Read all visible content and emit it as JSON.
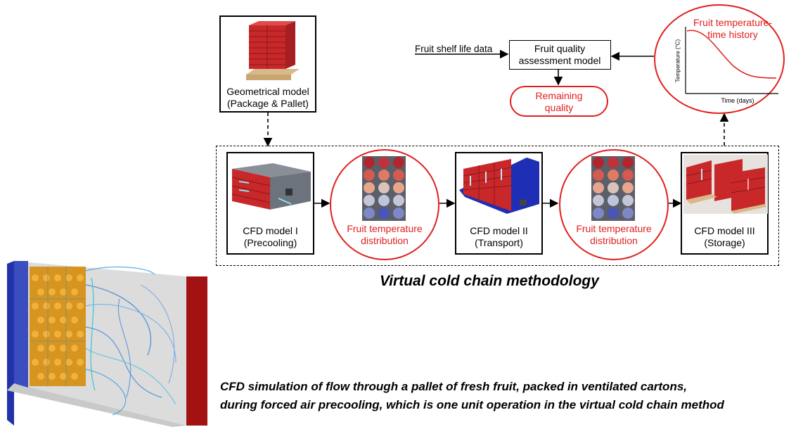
{
  "geom": {
    "line1": "Geometrical model",
    "line2": "(Package & Pallet)"
  },
  "shelf_life": "Fruit shelf life data",
  "assessment": {
    "line1": "Fruit quality",
    "line2": "assessment model"
  },
  "remaining": {
    "line1": "Remaining",
    "line2": "quality"
  },
  "history": {
    "line1": "Fruit temperature-",
    "line2": "time history",
    "ylabel": "Temperature (°C)",
    "xlabel": "Time (days)"
  },
  "models": [
    {
      "line1": "CFD model I",
      "line2": "(Precooling)"
    },
    {
      "line1": "CFD model II",
      "line2": "(Transport)"
    },
    {
      "line1": "CFD model III",
      "line2": "(Storage)"
    }
  ],
  "dist": {
    "line1": "Fruit temperature",
    "line2": "distribution"
  },
  "methodology_title": "Virtual cold chain methodology",
  "caption": {
    "line1": "CFD simulation of flow through a pallet of fresh fruit, packed in ventilated cartons,",
    "line2": "during forced air precooling, which is one unit operation in the virtual cold chain method"
  },
  "colors": {
    "accent_red": "#e0201e",
    "crate_red": "#c8282a",
    "trailer_blue": "#1f2fb5"
  }
}
